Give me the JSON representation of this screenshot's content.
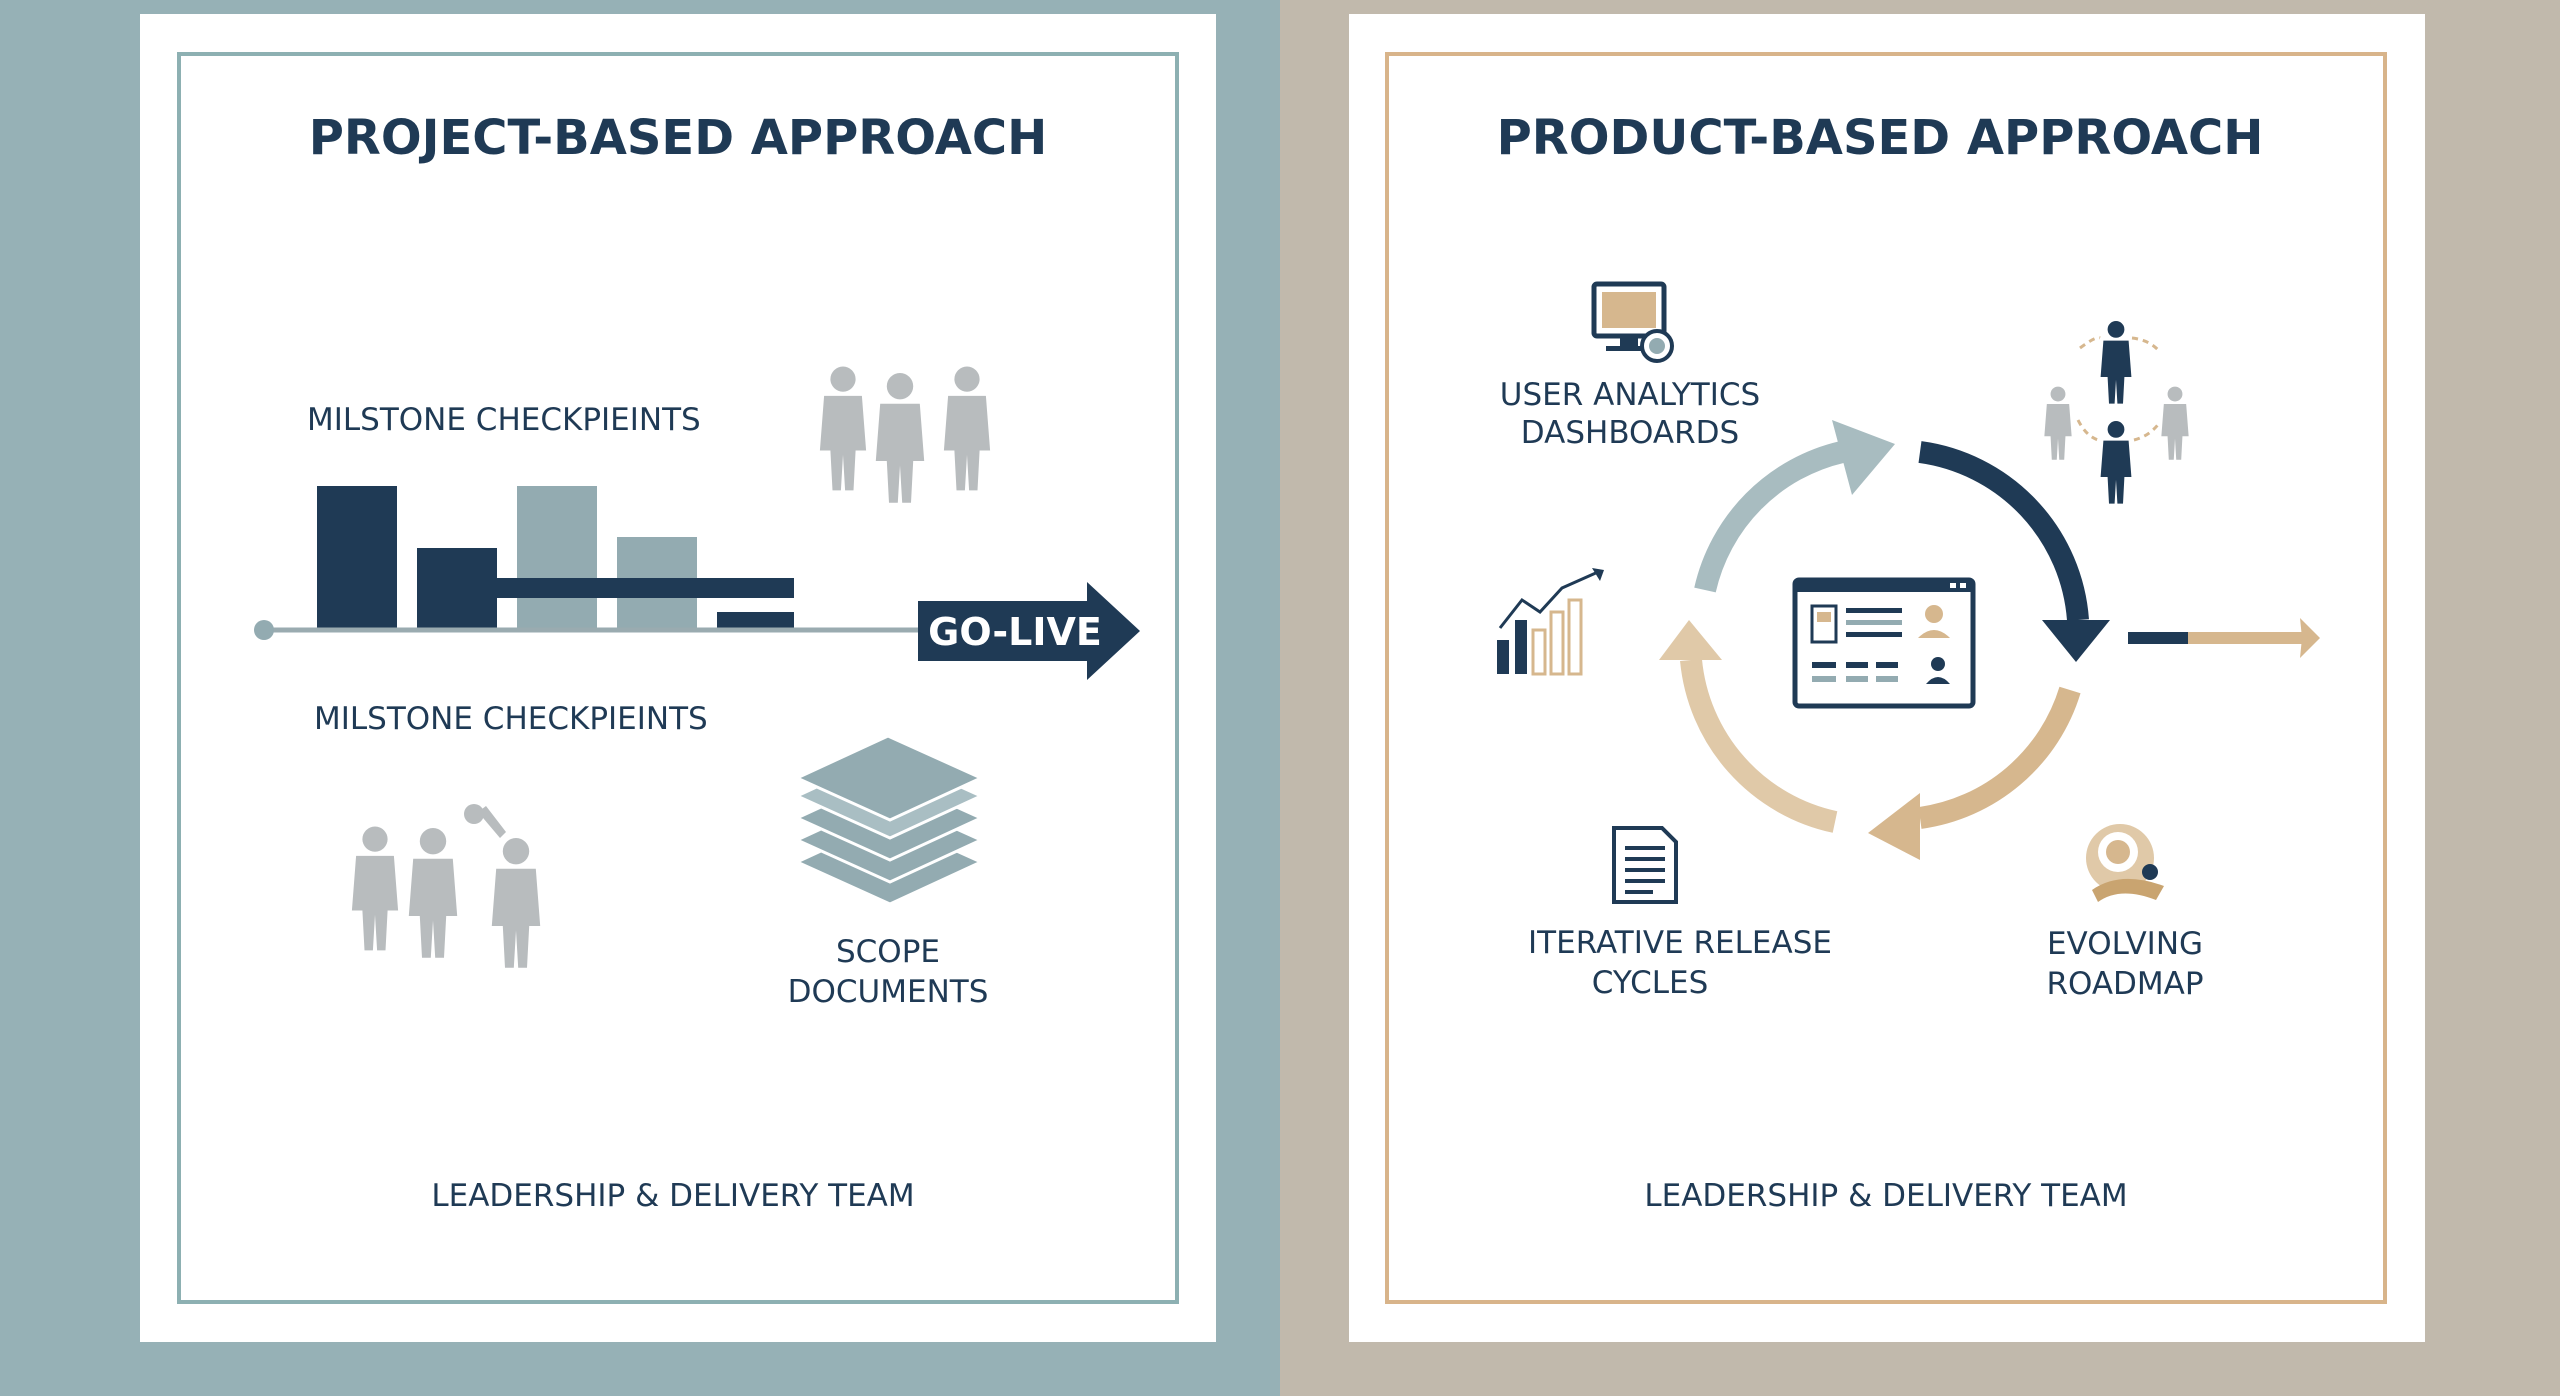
{
  "project": {
    "title": "PROJECT-BASED APPROACH",
    "milestone_top": "MILSTONE CHECKPIEINTS",
    "milestone_bottom": "MILSTONE CHECKPIEINTS",
    "go_live": "GO-LIVE",
    "scope_line1": "SCOPE",
    "scope_line2": "DOCUMENTS",
    "footer": "LEADERSHIP & DELIVERY TEAM"
  },
  "product": {
    "title": "PRODUCT-BASED APPROACH",
    "analytics_line1": "USER ANALYTICS",
    "analytics_line2": "DASHBOARDS",
    "release_line1": "ITERATIVE RELEASE",
    "release_line2": "CYCLES",
    "roadmap_line1": "EVOLVING",
    "roadmap_line2": "ROADMAP",
    "footer": "LEADERSHIP & DELIVERY TEAM"
  },
  "colors": {
    "navy": "#1f3a55",
    "slate": "#93abb1",
    "gray": "#b7bbbd",
    "tan": "#d6b78e",
    "tan_light": "#e0c9a8"
  },
  "icons": [
    "person-icon",
    "group-icon",
    "document-stack-icon",
    "monitor-icon",
    "bar-chart-icon",
    "dashboard-icon",
    "document-icon",
    "roadmap-icon",
    "cycle-arrows-icon"
  ]
}
